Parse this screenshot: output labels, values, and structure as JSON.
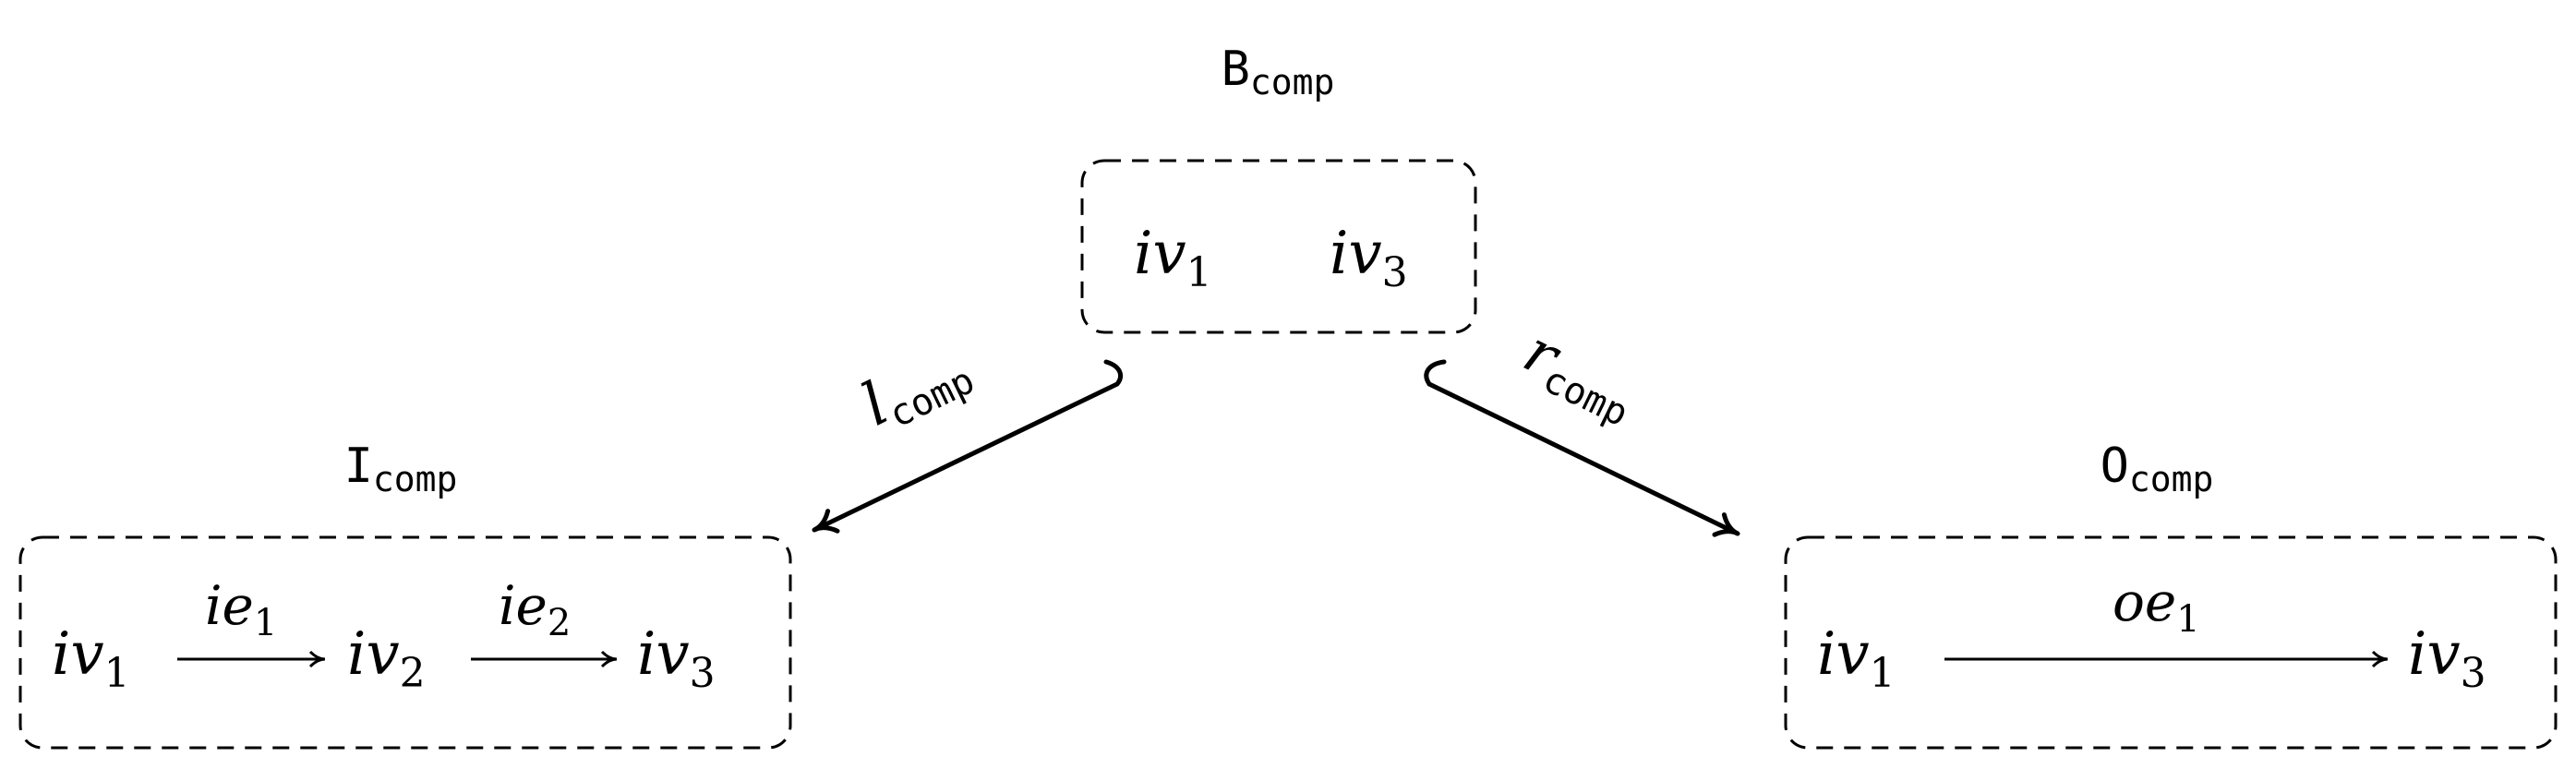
{
  "bottom": {
    "title": {
      "main": "B",
      "sub": "comp"
    },
    "nodes": [
      {
        "base": "iv",
        "sub": "1"
      },
      {
        "base": "iv",
        "sub": "3"
      }
    ]
  },
  "left": {
    "title": {
      "main": "I",
      "sub": "comp"
    },
    "nodes": [
      {
        "base": "iv",
        "sub": "1"
      },
      {
        "base": "iv",
        "sub": "2"
      },
      {
        "base": "iv",
        "sub": "3"
      }
    ],
    "edges": [
      {
        "base": "ie",
        "sub": "1"
      },
      {
        "base": "ie",
        "sub": "2"
      }
    ]
  },
  "right": {
    "title": {
      "main": "O",
      "sub": "comp"
    },
    "nodes": [
      {
        "base": "iv",
        "sub": "1"
      },
      {
        "base": "iv",
        "sub": "3"
      }
    ],
    "edges": [
      {
        "base": "oe",
        "sub": "1"
      }
    ]
  },
  "morphisms": {
    "left": {
      "main": "l",
      "sub": "comp"
    },
    "right": {
      "main": "r",
      "sub": "comp"
    }
  }
}
